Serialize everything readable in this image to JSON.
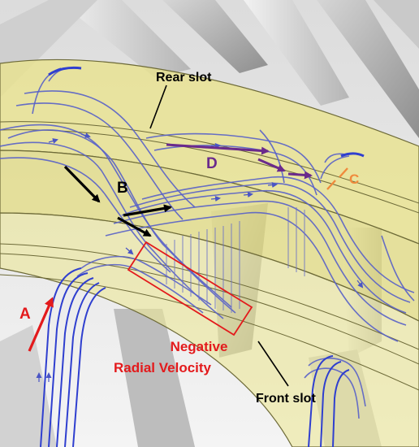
{
  "labels": {
    "rear_slot": "Rear slot",
    "front_slot": "Front slot",
    "neg_line1": "Negative",
    "neg_line2": "Radial Velocity",
    "A": "A",
    "B": "B",
    "C": "C",
    "D": "D"
  },
  "colors": {
    "background": "#ffffff",
    "blade_light": "#e6e6e6",
    "blade_dark": "#a9a9a9",
    "slot_fill": "#e9e38c",
    "slot_edge": "#6d6a38",
    "streamline": "#5860c8",
    "streamline_strong": "#2f3fcf",
    "label_red": "#e31a1c",
    "label_purple": "#6a2a8c",
    "label_orange": "#f08a3c",
    "black": "#000000"
  }
}
